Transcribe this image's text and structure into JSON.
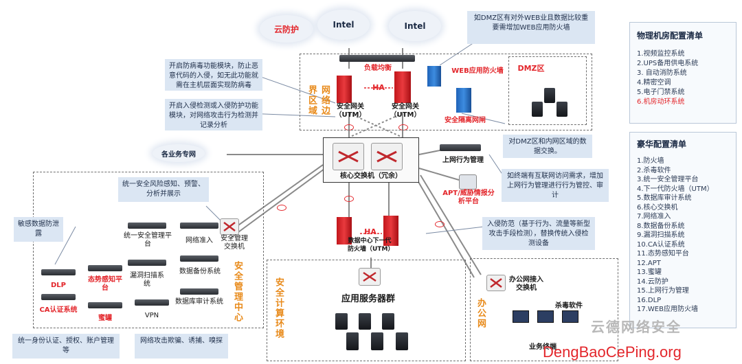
{
  "top_cloud": {
    "yunfanghu": "云防护",
    "intel_left": "Intel",
    "intel_right": "Intel"
  },
  "callouts": {
    "dmz_note": "如DMZ区有对外WEB业且数据比较重要需增加WEB应用防火墙",
    "antivirus_note": "开启防病毒功能模块，防止恶意代码的入侵，如无此功能就需在主机层面实现防病毒",
    "ips_note": "开启入侵检测或入侵防护功能模块，对网络攻击行为检测并记录分析",
    "dmz_exchange": "对DMZ区和内网区域的数据交换。",
    "behavior_note": "如终端有互联网访问需求，增加上网行为管理进行行为管控、审计",
    "ids_note": "入侵防范（基于行为、流量等新型攻击手段检测），替换传统入侵检测设备",
    "risk_note": "统一安全风险感知、预警、分析并展示",
    "sensitive": "敏感数据防泄露",
    "auth_note": "统一身份认证、授权、账户管理等",
    "honeypot_note": "网络攻击欺骗、诱捕、嗅探"
  },
  "border": {
    "lb": "负载均衡",
    "ha_top": "HA",
    "utm_left": "安全网关（UTM）",
    "utm_right": "安全网关（UTM）",
    "zone": "网络边界区域",
    "waf": "WEB应用防火墙",
    "dmz": "DMZ区",
    "isolation": "安全隔离网闸"
  },
  "core": {
    "switch": "核心交换机（冗余）",
    "external_net": "各业务专网",
    "behavior": "上网行为管理",
    "apt": "APT/威胁情报分析平台"
  },
  "compute": {
    "ha": "HA",
    "ngfw": "数据中心下一代防火墙（UTM）",
    "servers": "应用服务器群",
    "zone": "安全计算环境"
  },
  "mgmt": {
    "usm": "统一安全管理平台",
    "nac": "网络准入",
    "mgmt_switch": "安全管理交换机",
    "scan": "漏洞扫描系统",
    "backup": "数据备份系统",
    "dlp": "DLP",
    "situation": "态势感知平台",
    "db_audit": "数据库审计系统",
    "ca": "CA认证系统",
    "honeypot": "蜜罐",
    "vpn": "VPN",
    "zone": "安全管理中心"
  },
  "office": {
    "switch": "办公网接入交换机",
    "antivirus": "杀毒软件",
    "zone": "办公网",
    "terminal": "业务终端"
  },
  "panel_physical": {
    "title": "物理机房配置清单",
    "items": [
      "1.视频监控系统",
      "2.UPS备用供电系统",
      "3. 自动消防系统",
      "4.精密空调",
      "5.电子门禁系统",
      "6.机房动环系统"
    ]
  },
  "panel_luxury": {
    "title": "豪华配置清单",
    "items": [
      "1.防火墙",
      "2.杀毒软件",
      "3.统一安全管理平台",
      "4.下一代防火墙（UTM）",
      "5.数据库审计系统",
      "6.核心交换机",
      "7.网络准入",
      "8.数据备份系统",
      "9.漏洞扫描系统",
      "10.CA认证系统",
      "11.态势感知平台",
      "12.APT",
      "13.蜜罐",
      "14.云防护",
      "15.上网行为管理",
      "16.DLP",
      "17.WEB应用防火墙"
    ]
  },
  "watermark": {
    "brand": "云德网络安全",
    "url": "DengBaoCePing.org"
  },
  "colors": {
    "accent_red": "#e3262b",
    "zone_orange": "#e88a1a",
    "callout_bg": "#dbe6f3"
  }
}
